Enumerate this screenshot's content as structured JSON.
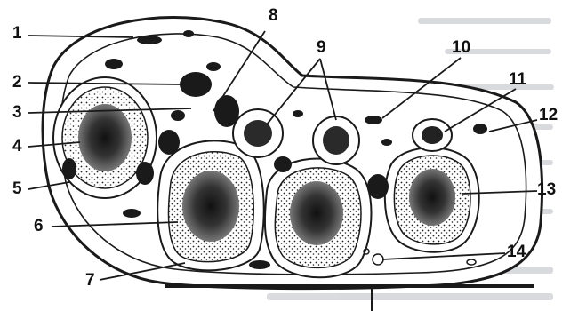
{
  "labels": {
    "l1": "1",
    "l2": "2",
    "l3": "3",
    "l4": "4",
    "l5": "5",
    "l6": "6",
    "l7": "7",
    "l8": "8",
    "l9": "9",
    "l10": "10",
    "l11": "11",
    "l12": "12",
    "l13": "13",
    "l14": "14"
  },
  "colors": {
    "ink": "#1a1a1a",
    "paper": "#ffffff",
    "bleed": "#8a8f96"
  }
}
